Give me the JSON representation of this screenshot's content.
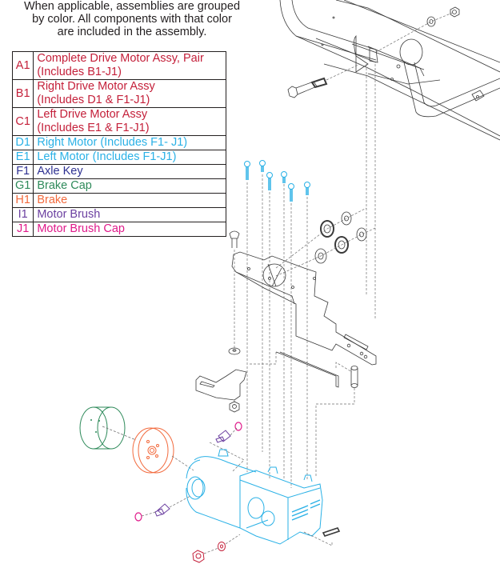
{
  "note": {
    "line1": "When applicable, assemblies are grouped",
    "line2": "by color. All components with that color",
    "line3": "are included in the assembly."
  },
  "legend": {
    "rows": [
      {
        "code": "A1",
        "line1": "Complete Drive Motor Assy, Pair",
        "line2": "(Includes B1-J1)",
        "color": "#c4203a"
      },
      {
        "code": "B1",
        "line1": "Right Drive Motor Assy",
        "line2": "(Includes D1 & F1-J1)",
        "color": "#c4203a"
      },
      {
        "code": "C1",
        "line1": "Left Drive Motor Assy",
        "line2": "(Includes E1 & F1-J1)",
        "color": "#c4203a"
      },
      {
        "code": "D1",
        "line1": "Right Motor (Includes F1- J1)",
        "color": "#2ab1e6"
      },
      {
        "code": "E1",
        "line1": "Left Motor (Includes F1-J1)",
        "color": "#2ab1e6"
      },
      {
        "code": "F1",
        "line1": "Axle Key",
        "color": "#2e3192"
      },
      {
        "code": "G1",
        "line1": "Brake Cap",
        "color": "#2e8a5a"
      },
      {
        "code": "H1",
        "line1": "Brake",
        "color": "#f26a3d"
      },
      {
        "code": "I1",
        "line1": "Motor Brush",
        "color": "#6b3fa0"
      },
      {
        "code": "J1",
        "line1": "Motor Brush Cap",
        "color": "#e0198a"
      }
    ]
  },
  "drawing": {
    "parts": [
      "frame",
      "frame-bolt",
      "frame-washer",
      "frame-nut",
      "motor-screws",
      "bearings",
      "spacer",
      "motor-mount-bracket",
      "carriage-bolt",
      "washer",
      "nut",
      "release-lever",
      "release-rod",
      "rod-coupler",
      "brake-cap",
      "brake",
      "motor-brush",
      "motor-brush-cap",
      "drive-motor",
      "axle-key",
      "axle-washer",
      "axle-nut"
    ]
  }
}
